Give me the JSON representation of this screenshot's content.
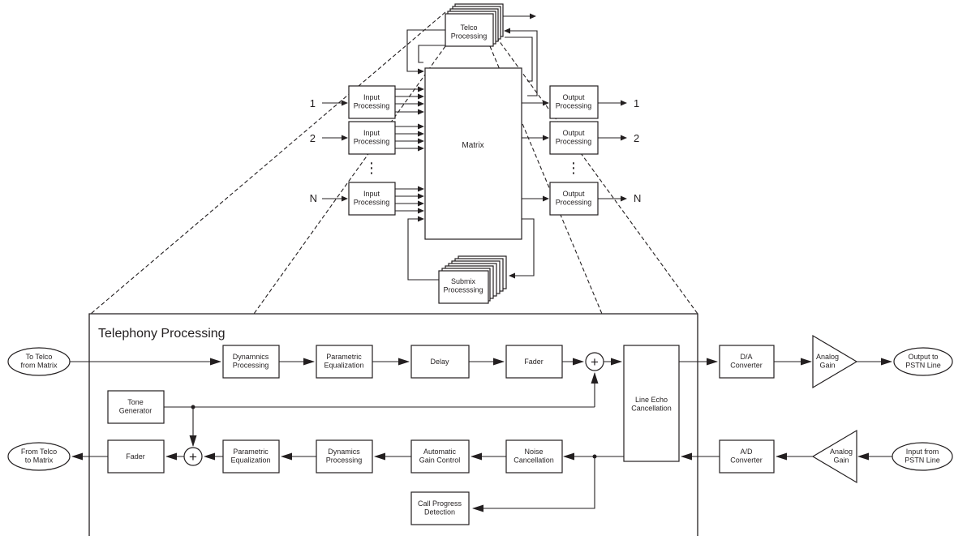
{
  "top": {
    "telco": "Telco\nProcessing",
    "matrix": "Matrix",
    "input_processing": "Input\nProcessing",
    "output_processing": "Output\nProcessing",
    "submix": "Submix\nProcesssing",
    "row_labels": [
      "1",
      "2",
      "N"
    ],
    "ellipsis": "⋮"
  },
  "bottom": {
    "title": "Telephony Processing",
    "to_telco": "To Telco\nfrom Matrix",
    "from_telco": "From Telco\nto Matrix",
    "output_pstn": "Output to\nPSTN Line",
    "input_pstn": "Input from\nPSTN Line",
    "dynamics_top": "Dynamnics\nProcessing",
    "peq": "Parametric\nEqualization",
    "delay": "Delay",
    "fader": "Fader",
    "line_echo": "Line Echo\nCancellation",
    "da": "D/A\nConverter",
    "ad": "A/D\nConverter",
    "analog_gain": "Analog\nGain",
    "tone": "Tone\nGenerator",
    "dynamics_bottom": "Dynamics\nProcessing",
    "agc": "Automatic\nGain Control",
    "noise": "Noise\nCancellation",
    "call_progress": "Call Progress\nDetection",
    "plus": "+"
  }
}
